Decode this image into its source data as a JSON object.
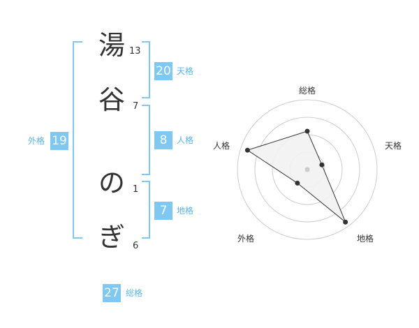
{
  "name_chars": [
    {
      "char": "湯",
      "strokes": "13"
    },
    {
      "char": "谷",
      "strokes": "7"
    },
    {
      "char": "の",
      "strokes": "1"
    },
    {
      "char": "ぎ",
      "strokes": "6"
    }
  ],
  "fortunes": {
    "tenkaku": {
      "label": "天格",
      "value": "20"
    },
    "jinkaku": {
      "label": "人格",
      "value": "8"
    },
    "chikaku": {
      "label": "地格",
      "value": "7"
    },
    "gaikaku": {
      "label": "外格",
      "value": "19"
    },
    "soukaku": {
      "label": "総格",
      "value": "27"
    }
  },
  "radar": {
    "axes": [
      "総格",
      "天格",
      "地格",
      "外格",
      "人格"
    ],
    "values": [
      0.55,
      0.22,
      0.93,
      0.24,
      0.9
    ],
    "fill_color": "#f2f2f2",
    "stroke_color": "#333333",
    "grid_color": "#cccccc"
  },
  "colors": {
    "accent": "#7fc8f2",
    "label": "#5bb4ea"
  }
}
